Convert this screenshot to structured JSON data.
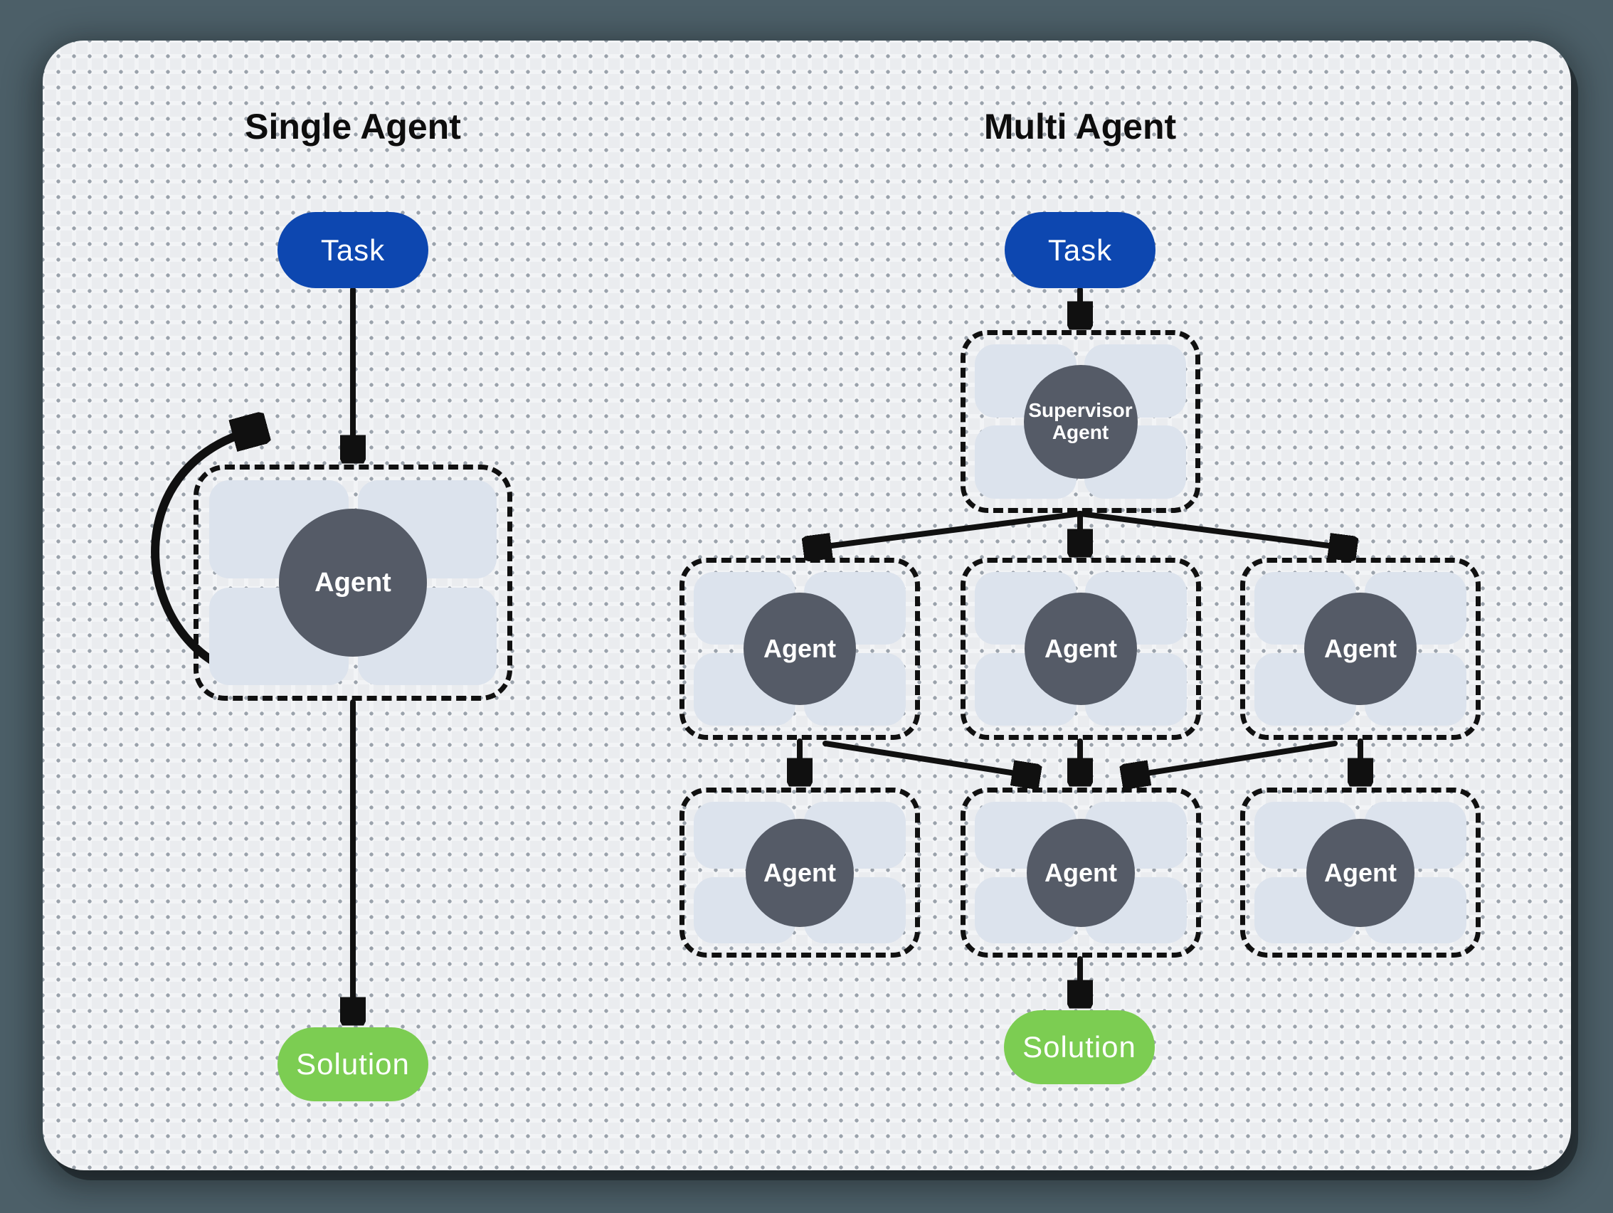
{
  "single_agent": {
    "title": "Single Agent",
    "task_label": "Task",
    "agent_label": "Agent",
    "solution_label": "Solution"
  },
  "multi_agent": {
    "title": "Multi Agent",
    "task_label": "Task",
    "supervisor_line1": "Supervisor",
    "supervisor_line2": "Agent",
    "agents_row1": [
      "Agent",
      "Agent",
      "Agent"
    ],
    "agents_row2": [
      "Agent",
      "Agent",
      "Agent"
    ],
    "solution_label": "Solution"
  },
  "colors": {
    "background": "#4C5F68",
    "canvas": "#FCFCFD",
    "dot": "#9AA2AB",
    "task_fill": "#0D47B0",
    "solution_fill": "#7CCD52",
    "agent_circle": "#555B67",
    "tool_block": "#DCE3ED",
    "arrow": "#101010",
    "title_text": "#0D0D0D",
    "label_text": "#FFFFFF"
  }
}
